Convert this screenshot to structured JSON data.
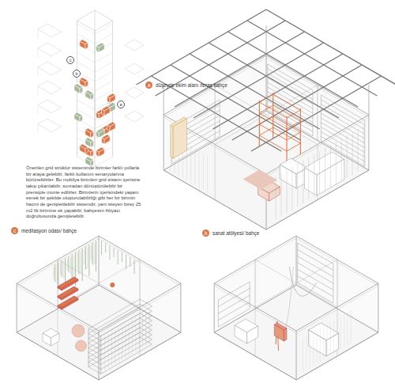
{
  "diagram": {
    "labels": [
      "Önerilen grid strüktür sisteminde birimler farklı yollarla bir araya gelebilir, farklı kullanım senaryolarına bürünebilirler. Bu mobilya birimleri grid sistem içerisine takıp çıkarılabilir, sonradan dönüştürülebilir bir prensiple monte edilirler. Birimlerin içerisindeki yaşam esnek bir şekilde oluşturulabilirliği gibi her bir birimin hacmi de genişletilebilir sistemdir, yani isteyen birey 25 m2 lik birimine ek yapabilir, bahçesini ihtiyacı doğrultusunda genişletebilir.",
      "a",
      "düşeyde ekim alanı /teras bahçe",
      "c",
      "meditasyon odası/ bahçe",
      "b",
      "sanat atölyesi/ bahçe",
      "c",
      "b",
      "a"
    ]
  }
}
